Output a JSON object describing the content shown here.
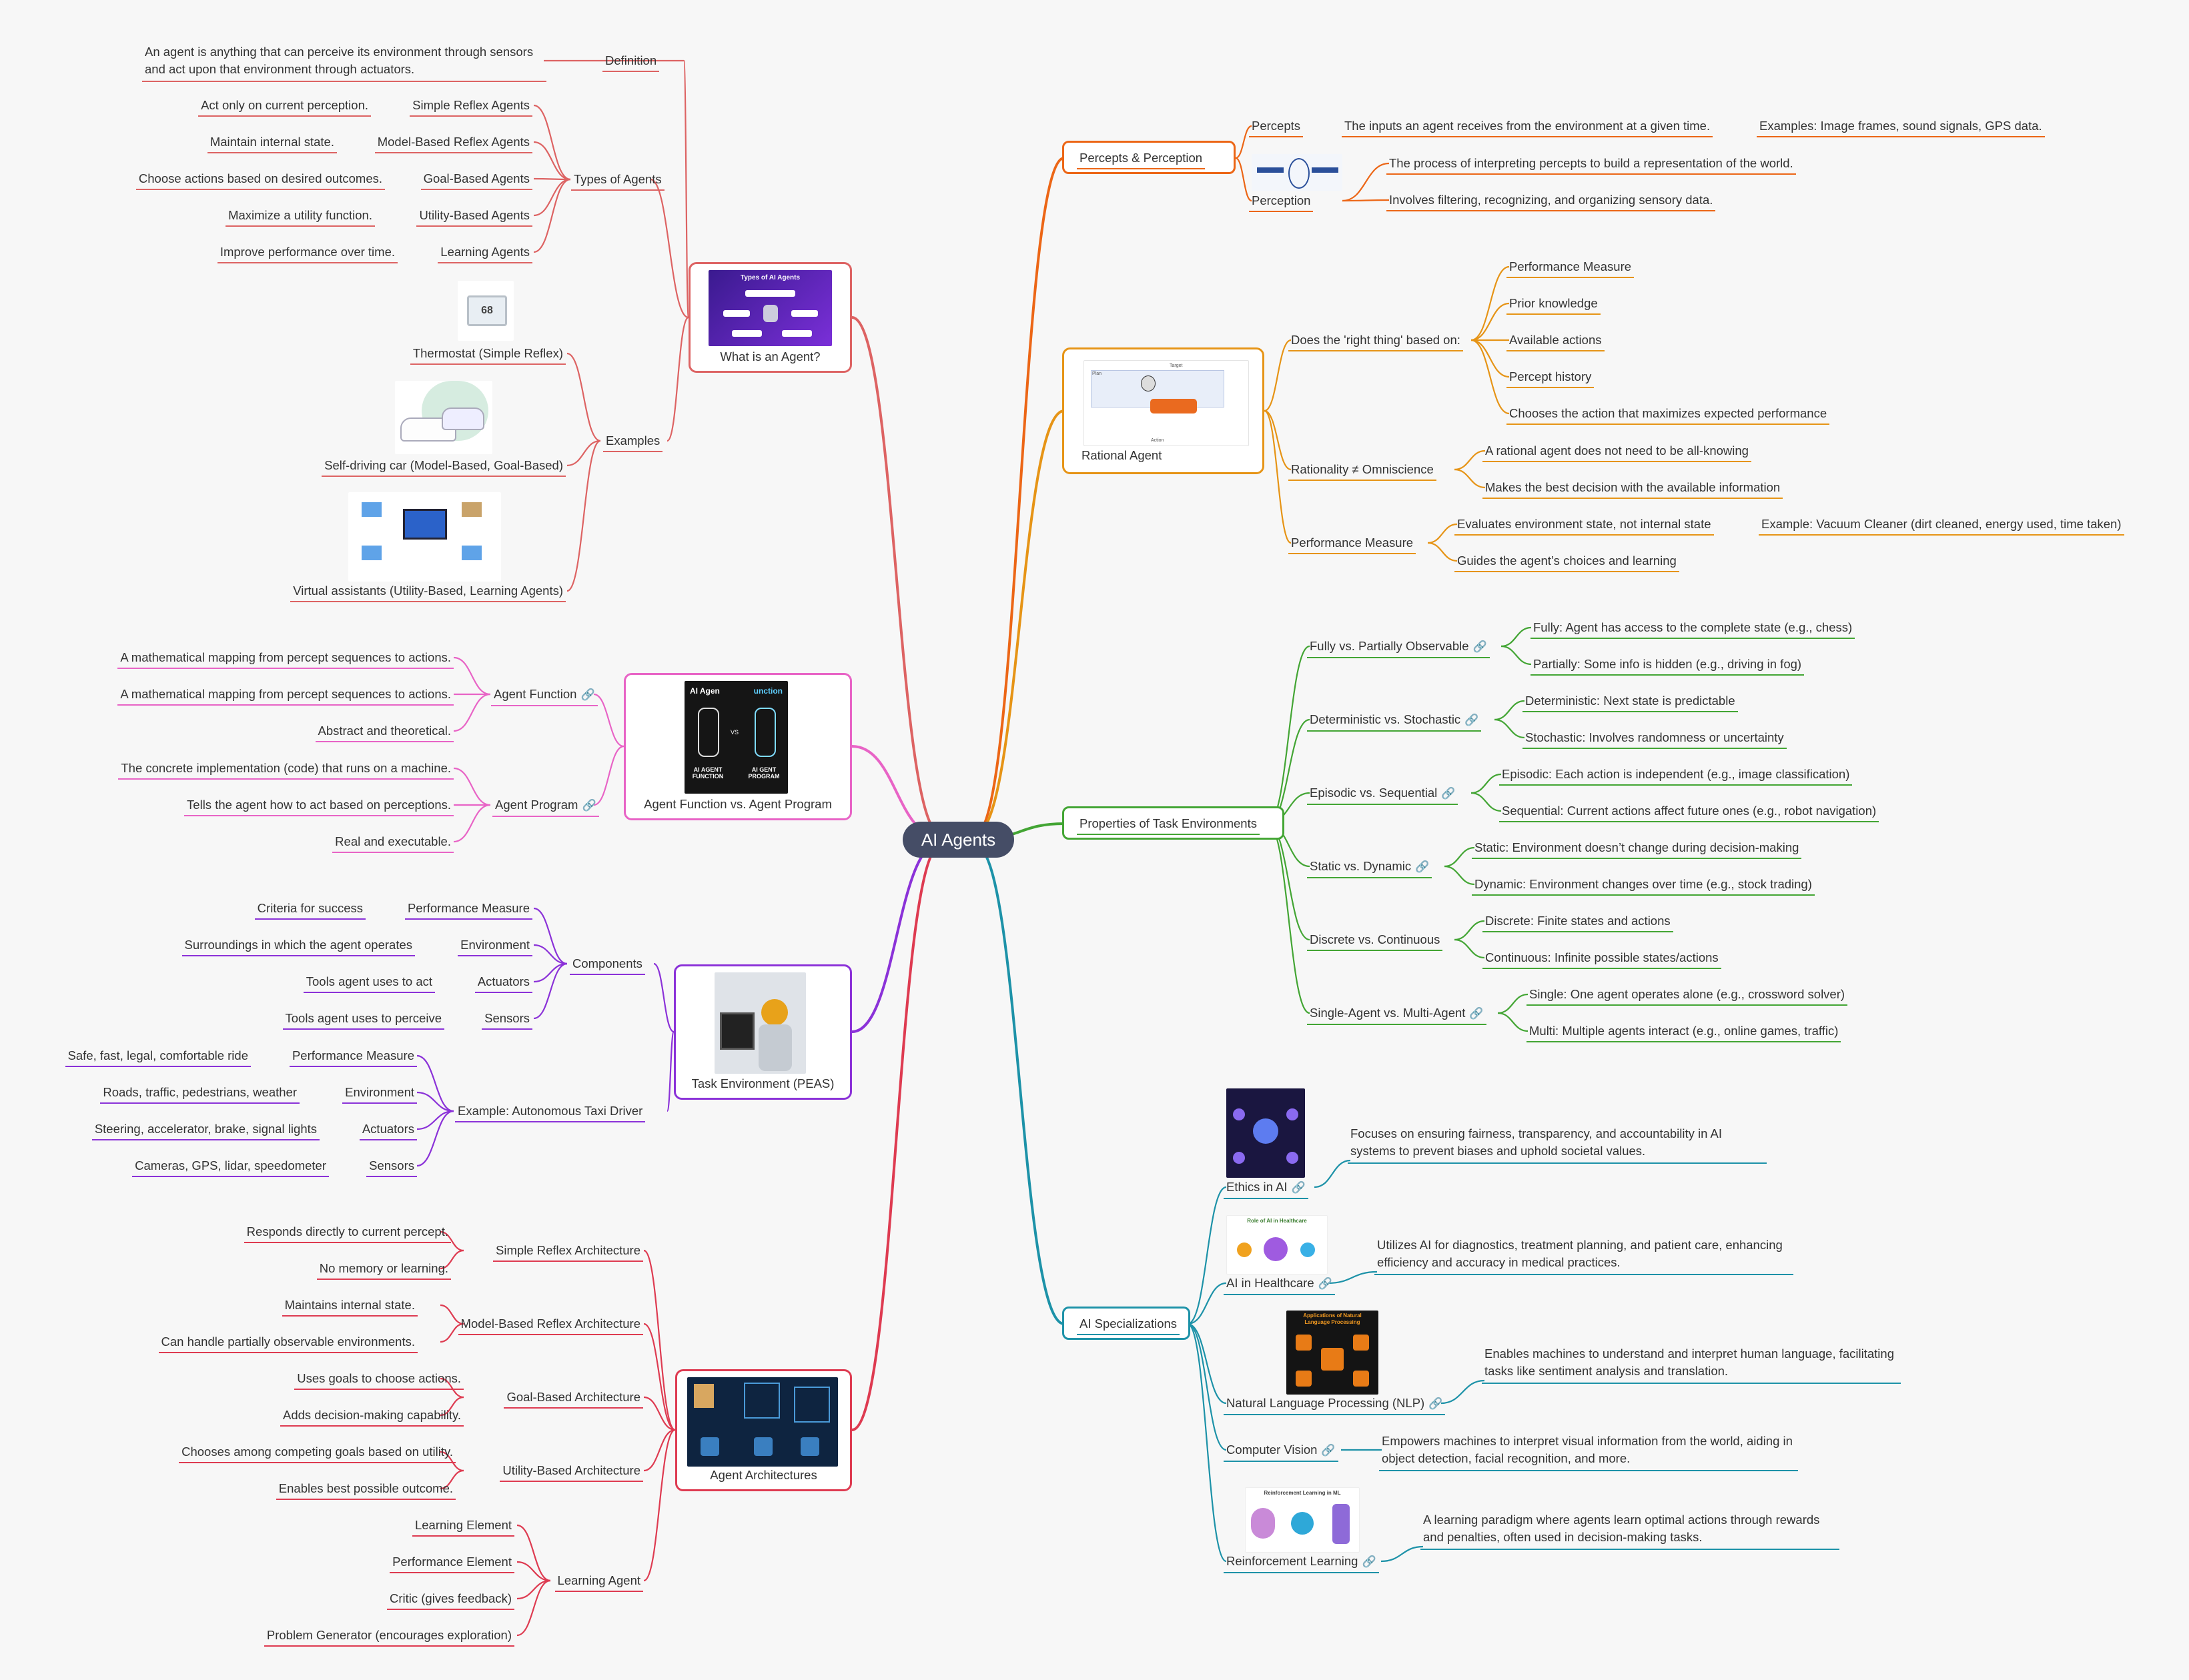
{
  "root": "AI Agents",
  "colors": {
    "what": "#dd6363",
    "func": "#e864c6",
    "peas": "#8b32d8",
    "arch": "#de3b51",
    "percepts": "#ec6616",
    "rational": "#e69416",
    "props": "#43a534",
    "spec": "#1d92a8",
    "link": "#3a8fd6"
  },
  "icons": {
    "link": "link-icon"
  },
  "what": {
    "title": "What is an Agent?",
    "image_heading": "Types of AI Agents",
    "definition": "Definition",
    "definition_text": "An agent is anything that can perceive its environment through sensors and act upon that environment through actuators.",
    "types": "Types of Agents",
    "types_items": [
      {
        "name": "Simple Reflex Agents",
        "desc": "Act only on current perception."
      },
      {
        "name": "Model-Based Reflex Agents",
        "desc": "Maintain internal state."
      },
      {
        "name": "Goal-Based Agents",
        "desc": "Choose actions based on desired outcomes."
      },
      {
        "name": "Utility-Based Agents",
        "desc": "Maximize a utility function."
      },
      {
        "name": "Learning Agents",
        "desc": "Improve performance over time."
      }
    ],
    "examples": "Examples",
    "thermostat_reading": "68",
    "examples_items": [
      "Thermostat (Simple Reflex)",
      "Self-driving car (Model-Based, Goal-Based)",
      "Virtual assistants (Utility-Based, Learning Agents)"
    ]
  },
  "func": {
    "title": "Agent Function vs. Agent Program",
    "image_left": "AI Agen",
    "image_right": "unction",
    "image_vs": "VS",
    "image_cap_left": "AI AGENT FUNCTION",
    "image_cap_right": "AI GENT PROGRAM",
    "function": "Agent Function",
    "function_items": [
      "A mathematical mapping from percept sequences to actions.",
      "A mathematical mapping from percept sequences to actions.",
      "Abstract and theoretical."
    ],
    "program": "Agent Program",
    "program_items": [
      "The concrete implementation (code) that runs on a machine.",
      "Tells the agent how to act based on perceptions.",
      "Real and executable."
    ]
  },
  "peas": {
    "title": "Task Environment (PEAS)",
    "components": "Components",
    "components_items": [
      {
        "name": "Performance Measure",
        "desc": "Criteria for success"
      },
      {
        "name": "Environment",
        "desc": "Surroundings in which the agent operates"
      },
      {
        "name": "Actuators",
        "desc": "Tools agent uses to act"
      },
      {
        "name": "Sensors",
        "desc": "Tools agent uses to perceive"
      }
    ],
    "example": "Example: Autonomous Taxi Driver",
    "example_items": [
      {
        "name": "Performance Measure",
        "desc": "Safe, fast, legal, comfortable ride"
      },
      {
        "name": "Environment",
        "desc": "Roads, traffic, pedestrians, weather"
      },
      {
        "name": "Actuators",
        "desc": "Steering, accelerator, brake, signal lights"
      },
      {
        "name": "Sensors",
        "desc": "Cameras, GPS, lidar, speedometer"
      }
    ]
  },
  "arch": {
    "title": "Agent Architectures",
    "groups": [
      {
        "name": "Simple Reflex Architecture",
        "items": [
          "Responds directly to current percept.",
          "No memory or learning."
        ]
      },
      {
        "name": "Model-Based Reflex Architecture",
        "items": [
          "Maintains internal state.",
          "Can handle partially observable environments."
        ]
      },
      {
        "name": "Goal-Based Architecture",
        "items": [
          "Uses goals to choose actions.",
          "Adds decision-making capability."
        ]
      },
      {
        "name": "Utility-Based Architecture",
        "items": [
          "Chooses among competing goals based on utility.",
          "Enables best possible outcome."
        ]
      },
      {
        "name": "Learning Agent",
        "items": [
          "Learning Element",
          "Performance Element",
          "Critic (gives feedback)",
          "Problem Generator (encourages exploration)"
        ]
      }
    ]
  },
  "percepts": {
    "title": "Percepts & Perception",
    "percepts": "Percepts",
    "percepts_desc": "The inputs an agent receives from the environment at a given time.",
    "percepts_example": "Examples: Image frames, sound signals, GPS data.",
    "perception": "Perception",
    "perception_items": [
      "The process of interpreting percepts to build a representation of the world.",
      "Involves filtering, recognizing, and organizing sensory data."
    ]
  },
  "rational": {
    "title": "Rational Agent",
    "image_labels": [
      "Plan",
      "Target",
      "Action"
    ],
    "right_thing": "Does the 'right thing' based on:",
    "right_items": [
      "Performance Measure",
      "Prior knowledge",
      "Available actions",
      "Percept history",
      "Chooses the action that maximizes expected performance"
    ],
    "omni": "Rationality ≠ Omniscience",
    "omni_items": [
      "A rational agent does not need to be all-knowing",
      "Makes the best decision with the available information"
    ],
    "perf": "Performance Measure",
    "perf_items": [
      "Evaluates environment state, not internal state",
      "Guides the agent’s choices and learning"
    ],
    "perf_example": "Example: Vacuum Cleaner (dirt cleaned, energy used, time taken)"
  },
  "props": {
    "title": "Properties of Task Environments",
    "groups": [
      {
        "name": "Fully vs. Partially Observable",
        "link": true,
        "items": [
          "Fully: Agent has access to the complete state (e.g., chess)",
          "Partially: Some info is hidden (e.g., driving in fog)"
        ]
      },
      {
        "name": "Deterministic vs. Stochastic",
        "link": true,
        "items": [
          "Deterministic: Next state is predictable",
          "Stochastic: Involves randomness or uncertainty"
        ]
      },
      {
        "name": "Episodic vs. Sequential",
        "link": true,
        "items": [
          "Episodic: Each action is independent (e.g., image classification)",
          "Sequential: Current actions affect future ones (e.g., robot navigation)"
        ]
      },
      {
        "name": "Static vs. Dynamic",
        "link": true,
        "items": [
          "Static: Environment doesn’t change during decision-making",
          "Dynamic: Environment changes over time (e.g., stock trading)"
        ]
      },
      {
        "name": "Discrete vs. Continuous",
        "link": false,
        "items": [
          "Discrete: Finite states and actions",
          "Continuous: Infinite possible states/actions"
        ]
      },
      {
        "name": "Single-Agent vs. Multi-Agent",
        "link": true,
        "items": [
          "Single: One agent operates alone (e.g., crossword solver)",
          "Multi: Multiple agents interact (e.g., online games, traffic)"
        ]
      }
    ]
  },
  "spec": {
    "title": "AI Specializations",
    "items": [
      {
        "name": "Ethics in AI",
        "desc": "Focuses on ensuring fairness, transparency, and accountability in AI systems to prevent biases and uphold societal values."
      },
      {
        "name": "AI in Healthcare",
        "desc": "Utilizes AI for diagnostics, treatment planning, and patient care, enhancing efficiency and accuracy in medical practices.",
        "image_heading": "Role of AI in Healthcare"
      },
      {
        "name": "Natural Language Processing (NLP)",
        "desc": "Enables machines to understand and interpret human language, facilitating tasks like sentiment analysis and translation.",
        "image_heading": "Applications of Natural Language Processing"
      },
      {
        "name": "Computer Vision",
        "desc": "Empowers machines to interpret visual information from the world, aiding in object detection, facial recognition, and more."
      },
      {
        "name": "Reinforcement Learning",
        "desc": "A learning paradigm where agents learn optimal actions through rewards and penalties, often used in decision-making tasks.",
        "image_heading": "Reinforcement Learning in ML"
      }
    ]
  }
}
